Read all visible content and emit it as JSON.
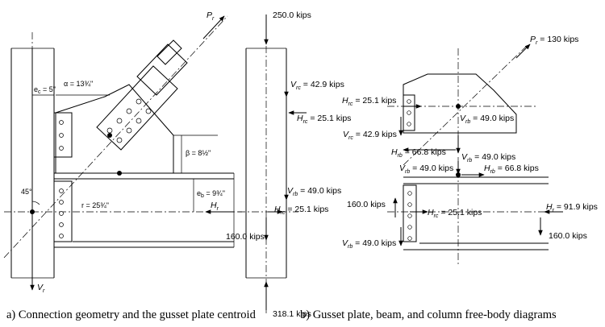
{
  "captions": {
    "a": "a) Connection geometry and the gusset plate centroid",
    "b": "b) Gusset plate, beam, and column free-body diagrams"
  },
  "geometry": {
    "P": "P",
    "P_sub": "r",
    "V": "V",
    "V_sub": "r",
    "H": "H",
    "H_sub": "r",
    "ec": "e",
    "ec_sub": "c",
    "ec_val": " = 5\"",
    "alpha": "α = 13¾\"",
    "beta": "β = 8½\"",
    "eb": "e",
    "eb_sub": "b",
    "eb_val": " = 9¾\"",
    "r": "r = 25¾\"",
    "angle": "45°"
  },
  "column_fbd": {
    "top_load": "250.0 kips",
    "bottom_load": "318.1 kips",
    "left_load": "160.0 kips",
    "V": "V",
    "H": "H",
    "rc": "rc",
    "rb": "rb",
    "vrc_val": " = 42.9 kips",
    "hrc_val": " = 25.1 kips",
    "vrb_val": " = 49.0 kips",
    "hrc2_val": " = 25.1 kips"
  },
  "gusset_fbd": {
    "P": "P",
    "P_sub": "r",
    "P_val": " = 130 kips",
    "hrc_val": " = 25.1 kips",
    "vrc_val": " = 42.9 kips",
    "vrb_val": " = 49.0 kips",
    "hrb_val": " = 66.8 kips",
    "H": "H",
    "V": "V",
    "rc": "rc",
    "rb": "rb"
  },
  "beam_fbd": {
    "vrb_top_val": " = 49.0 kips",
    "vrb_top2_val": " = 49.0 kips",
    "hrb_val": " = 66.8 kips",
    "left_load": "160.0 kips",
    "hrc_val": " = 25.1 kips",
    "hr_val": " = 91.9 kips",
    "right_load": "160.0 kips",
    "vrb_bot_val": " = 49.0 kips",
    "H": "H",
    "V": "V",
    "r": "r",
    "rc": "rc",
    "rb": "rb"
  }
}
